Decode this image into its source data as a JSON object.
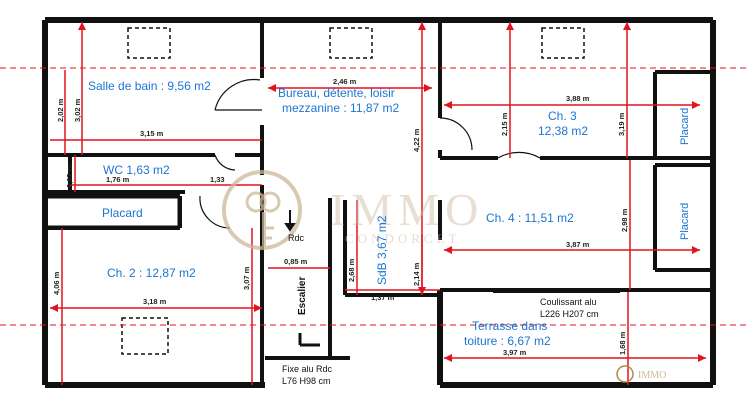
{
  "rooms": {
    "salle_de_bain": "Salle de bain : 9,56 m2",
    "bureau_line1": "Bureau, détente, loisir",
    "bureau_line2": "mezzanine : 11,87 m2",
    "ch3_line1": "Ch. 3",
    "ch3_line2": "12,38 m2",
    "placard_right_top": "Placard",
    "wc": "WC 1,63 m2",
    "placard_left": "Placard",
    "ch4": "Ch. 4 : 11,51 m2",
    "placard_right_bottom": "Placard",
    "ch2": "Ch. 2 : 12,87 m2",
    "sdb": "SdB 3,67 m2",
    "escalier": "Escalier",
    "rdc": "Rdc",
    "terrasse_line1": "Terrasse dans",
    "terrasse_line2": "toiture : 6,67 m2"
  },
  "dimensions": {
    "d_2_02": "2,02 m",
    "d_3_02": "3,02 m",
    "d_3_15": "3,15 m",
    "d_2_46": "2,46 m",
    "d_4_22": "4,22 m",
    "d_3_88": "3,88 m",
    "d_2_15": "2,15 m",
    "d_3_19": "3,19 m",
    "d_0_93": "0,93 m",
    "d_1_76": "1,76 m",
    "d_1_33": "1,33",
    "d_2_98": "2,98 m",
    "d_3_87": "3,87 m",
    "d_4_06": "4,06 m",
    "d_3_07": "3,07 m",
    "d_3_18": "3,18 m",
    "d_0_85": "0,85 m",
    "d_2_68": "2,68 m",
    "d_2_14": "2,14 m",
    "d_1_37": "1,37 m",
    "d_1_68": "1,68 m",
    "d_3_97": "3,97 m"
  },
  "notes": {
    "coulissant_line1": "Coulissant alu",
    "coulissant_line2": "L226 H207 cm",
    "fixe_line1": "Fixe alu Rdc",
    "fixe_line2": "L76 H98 cm"
  },
  "watermark": {
    "brand_top": "IMMO",
    "brand_bottom": "CONDORCET",
    "corner_brand": "IMMO"
  },
  "colors": {
    "room_text": "#1a76d2",
    "dimension_line": "#e0141e",
    "wall": "#111111"
  }
}
